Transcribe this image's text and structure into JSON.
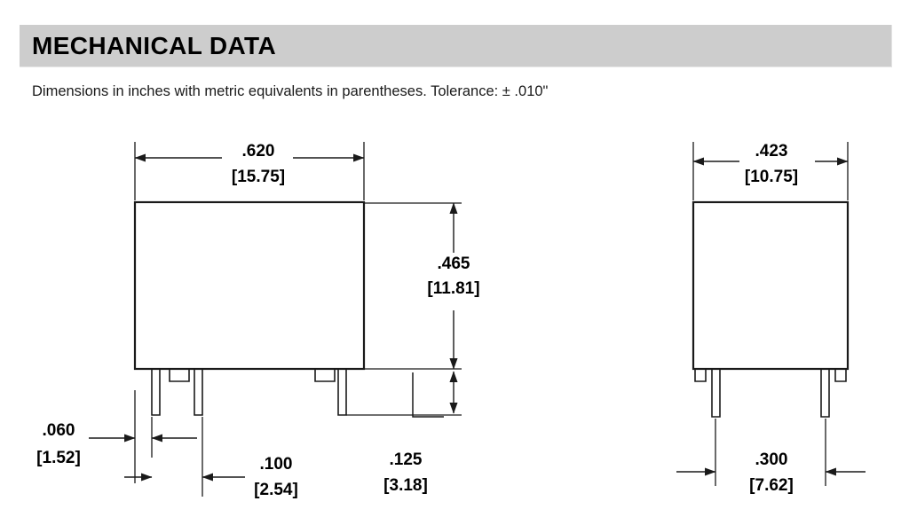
{
  "header": {
    "title": "MECHANICAL DATA",
    "bar_color": "#cdcdcd"
  },
  "subtitle": "Dimensions in inches with metric equivalents in parentheses. Tolerance: ± .010\"",
  "drawings": {
    "front_view": {
      "name": "front-view",
      "dimensions": {
        "width": {
          "inches": ".620",
          "metric": "[15.75]"
        },
        "height": {
          "inches": ".465",
          "metric": "[11.81]"
        },
        "pin_width": {
          "inches": ".060",
          "metric": "[1.52]"
        },
        "pin_pitch": {
          "inches": ".100",
          "metric": "[2.54]"
        },
        "pin_length": {
          "inches": ".125",
          "metric": "[3.18]"
        }
      }
    },
    "side_view": {
      "name": "side-view",
      "dimensions": {
        "width": {
          "inches": ".423",
          "metric": "[10.75]"
        },
        "pin_spacing": {
          "inches": ".300",
          "metric": "[7.62]"
        }
      }
    }
  },
  "style": {
    "line_color": "#1a1a1a",
    "background": "#ffffff"
  }
}
